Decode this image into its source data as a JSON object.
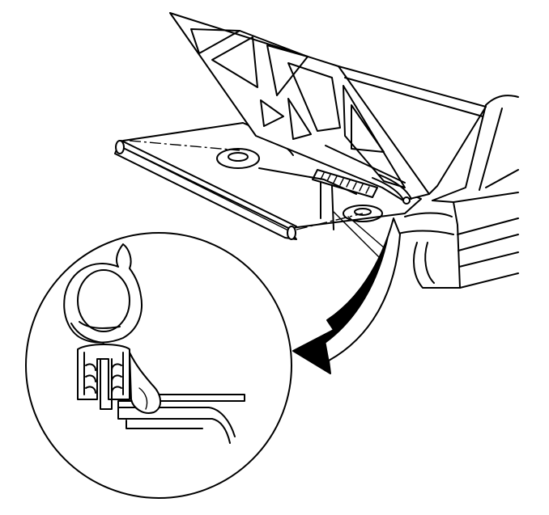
{
  "figure": {
    "kind": "line-drawing",
    "subject": "hood-rear-weatherstrip-installation",
    "colors": {
      "ink": "#000000",
      "paper": "#ffffff"
    },
    "callout_count": 1
  }
}
